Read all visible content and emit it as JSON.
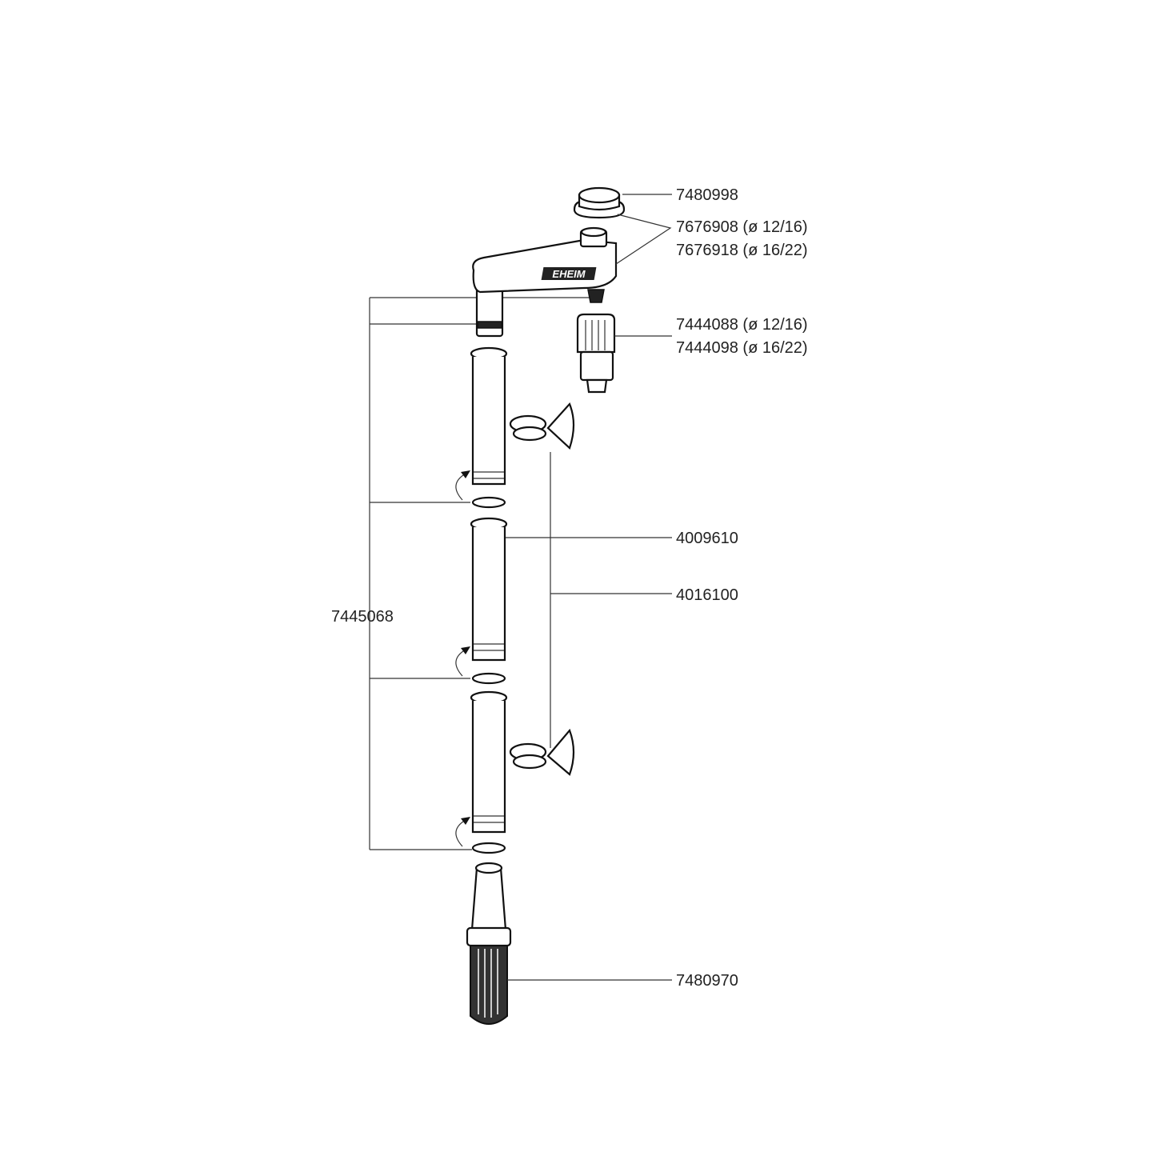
{
  "diagram": {
    "brand_logo": "EHEIM",
    "labels": {
      "cap": "7480998",
      "spout_a": "7676908 (ø 12/16)",
      "spout_b": "7676918 (ø 16/22)",
      "connector_a": "7444088 (ø 12/16)",
      "connector_b": "7444098 (ø 16/22)",
      "tube": "4009610",
      "suction_cup": "4016100",
      "tube_set": "7445068",
      "strainer": "7480970"
    },
    "colors": {
      "line": "#111111",
      "background": "#ffffff"
    }
  }
}
